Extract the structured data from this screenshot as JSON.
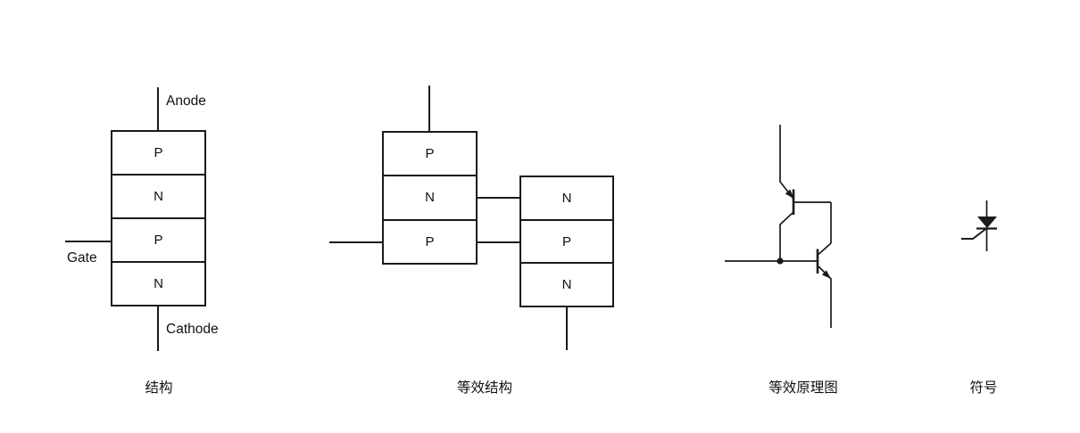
{
  "figures": {
    "structure": {
      "caption": "结构",
      "terminals": {
        "anode": "Anode",
        "gate": "Gate",
        "cathode": "Cathode"
      },
      "layers": [
        "P",
        "N",
        "P",
        "N"
      ]
    },
    "equivalent_structure": {
      "caption": "等效结构",
      "left_stack_layers": [
        "P",
        "N",
        "P"
      ],
      "right_stack_layers": [
        "N",
        "P",
        "N"
      ]
    },
    "equivalent_circuit": {
      "caption": "等效原理图"
    },
    "symbol": {
      "caption": "符号"
    }
  },
  "colors": {
    "line": "#1a1a1a",
    "text": "#111111",
    "background": "#ffffff"
  }
}
